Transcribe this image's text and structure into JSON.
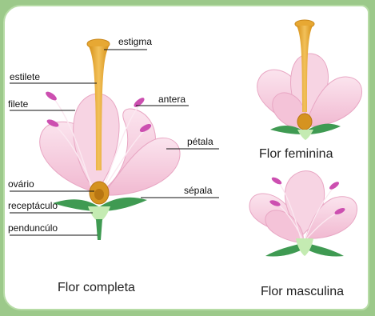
{
  "labels": {
    "estigma": "estigma",
    "estilete": "estilete",
    "filete": "filete",
    "antera": "antera",
    "petala": "pétala",
    "ovario": "ovário",
    "sepala": "sépala",
    "receptaculo": "receptáculo",
    "penduncullo": "penduncúlo"
  },
  "captions": {
    "complete": "Flor completa",
    "female": "Flor feminina",
    "male": "Flor masculina"
  },
  "colors": {
    "frame_border": "#b7dca6",
    "petal": "#f5c9dc",
    "petal_edge": "#e8a6c3",
    "pistil": "#e0a12a",
    "ovary": "#c68414",
    "sepal": "#3f9a52",
    "receptacle": "#c4ebb2",
    "anther": "#cc4fb0"
  }
}
